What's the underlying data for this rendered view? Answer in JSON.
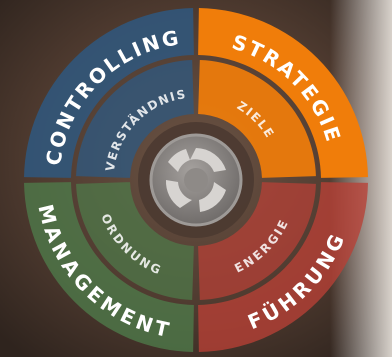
{
  "colors": {
    "strategie": "#f07d0a",
    "fuehrung": "#b94036",
    "management": "#4e7b4a",
    "controlling": "#2f587f",
    "hub": "#8a8684",
    "background": "#5a4234"
  },
  "quadrants": [
    {
      "key": "strategie",
      "outer": "STRATEGIE",
      "inner": "ZIELE"
    },
    {
      "key": "fuehrung",
      "outer": "FÜHRUNG",
      "inner": "ENERGIE"
    },
    {
      "key": "management",
      "outer": "MANAGEMENT",
      "inner": "ORDNUNG"
    },
    {
      "key": "controlling",
      "outer": "CONTROLLING",
      "inner": "VERSTÄNDNIS"
    }
  ],
  "hub_icon": "swirl-logo-icon"
}
